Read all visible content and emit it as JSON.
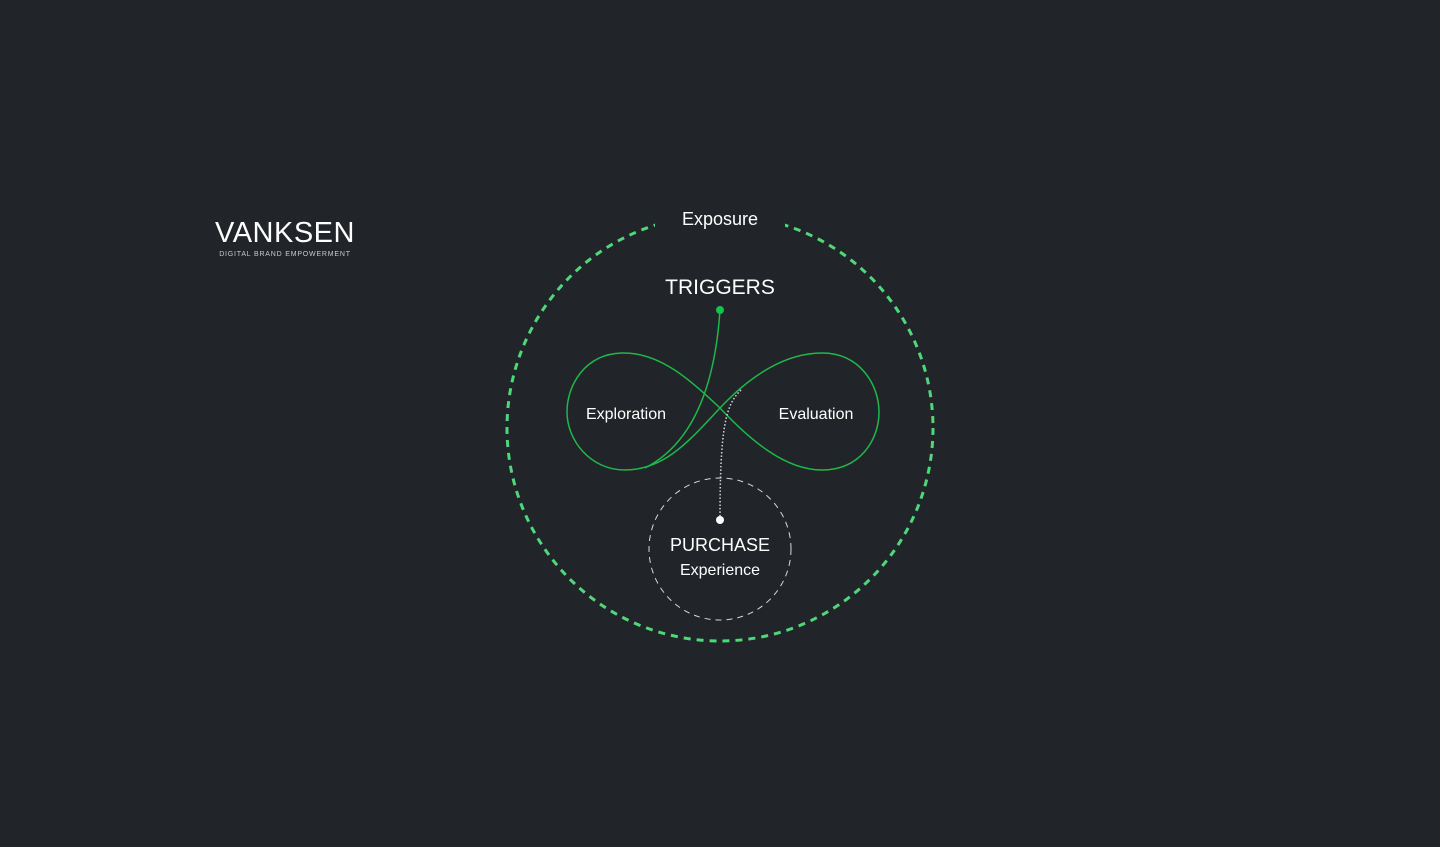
{
  "logo": {
    "wordmark": "VANKSEN",
    "tagline": "DIGITAL BRAND EMPOWERMENT",
    "accent_color": "#1fc24f"
  },
  "diagram": {
    "outer_ring_label": "Exposure",
    "trigger_label": "TRIGGERS",
    "left_loop_label": "Exploration",
    "right_loop_label": "Evaluation",
    "purchase_title": "PURCHASE",
    "purchase_subtitle": "Experience",
    "colors": {
      "background": "#212429",
      "outer_ring": "#4fd77a",
      "loop": "#1fb84a",
      "trigger_dot": "#12c24a",
      "purchase_ring": "#d8d8d8",
      "text": "#ffffff"
    }
  }
}
